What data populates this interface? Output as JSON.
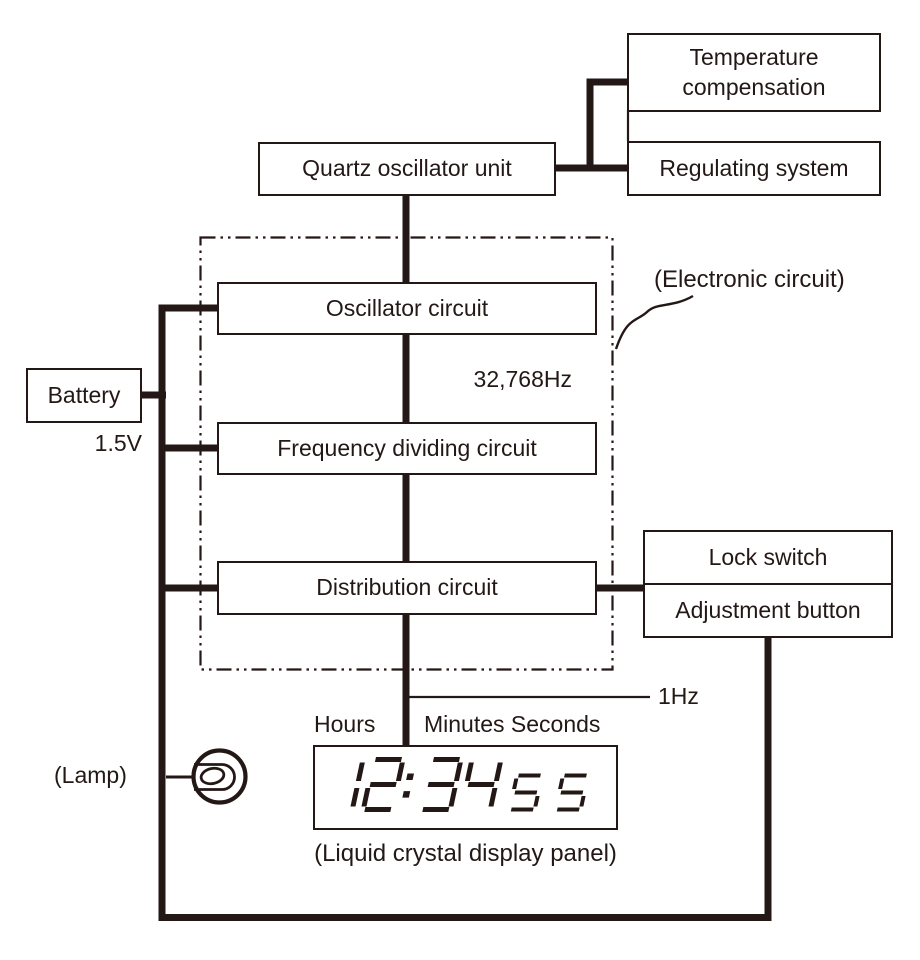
{
  "diagram": {
    "boxes": {
      "temperature_compensation": "Temperature compensation",
      "regulating_system": "Regulating system",
      "quartz_oscillator_unit": "Quartz oscillator unit",
      "oscillator_circuit": "Oscillator circuit",
      "frequency_dividing_circuit": "Frequency dividing circuit",
      "distribution_circuit": "Distribution circuit",
      "battery": "Battery",
      "lock_switch": "Lock switch",
      "adjustment_button": "Adjustment button"
    },
    "labels": {
      "electronic_circuit": "(Electronic circuit)",
      "oscillator_frequency": "32,768Hz",
      "battery_voltage": "1.5V",
      "output_frequency": "1Hz",
      "hours": "Hours",
      "minutes_seconds": "Minutes Seconds",
      "lamp": "(Lamp)",
      "lcd_caption": "(Liquid crystal display panel)"
    },
    "lcd": {
      "hours_minutes": "12:34",
      "seconds": "55"
    },
    "icons": {
      "lamp": "incandescent-lamp-symbol"
    },
    "colors": {
      "ink": "#231815",
      "background": "#ffffff"
    }
  }
}
